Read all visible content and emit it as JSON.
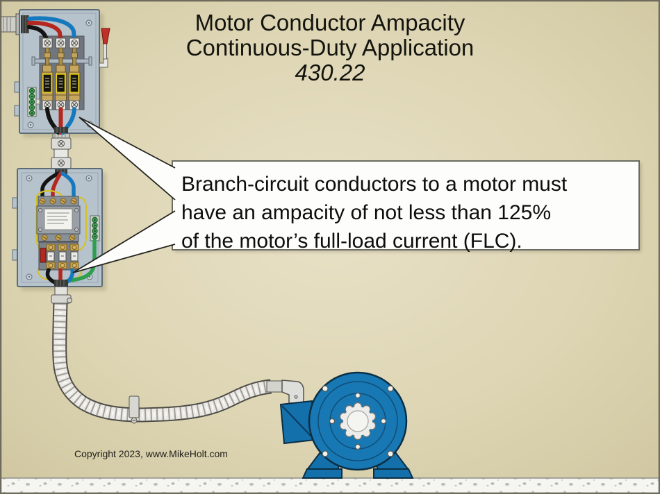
{
  "slide": {
    "title": {
      "line1": "Motor Conductor Ampacity",
      "line2": "Continuous-Duty Application",
      "line3": "430.22"
    },
    "callout": {
      "line1": "Branch-circuit conductors to a motor must",
      "line2": "have an ampacity of not less than 125%",
      "line3": "of the motor’s full-load current (FLC)."
    },
    "copyright": "Copyright 2023, www.MikeHolt.com"
  },
  "colors": {
    "background_center": "#e8e1c6",
    "background_mid": "#ddd5b3",
    "background_edge": "#cfc6a0",
    "frame_border": "#6f6b5c",
    "panel_gray": "#b7c3cc",
    "panel_border": "#5d6b75",
    "inner_panel_gray": "#70767d",
    "motor_blue": "#1878b4",
    "motor_outline": "#0a2e44",
    "wire_black": "#141414",
    "wire_red": "#b3291f",
    "wire_blue": "#1779bd",
    "wire_green": "#2f9e4e",
    "control_wire_yellow": "#d4c12a",
    "fuse_label_yellow": "#ecd500",
    "fuse_brass": "#c6a75f",
    "handle_red": "#c03028",
    "conduit_metal": "#eceae6",
    "callout_bg": "#fdfdfb",
    "callout_border": "#6b6b63",
    "floor_white": "#f5f5f1"
  }
}
